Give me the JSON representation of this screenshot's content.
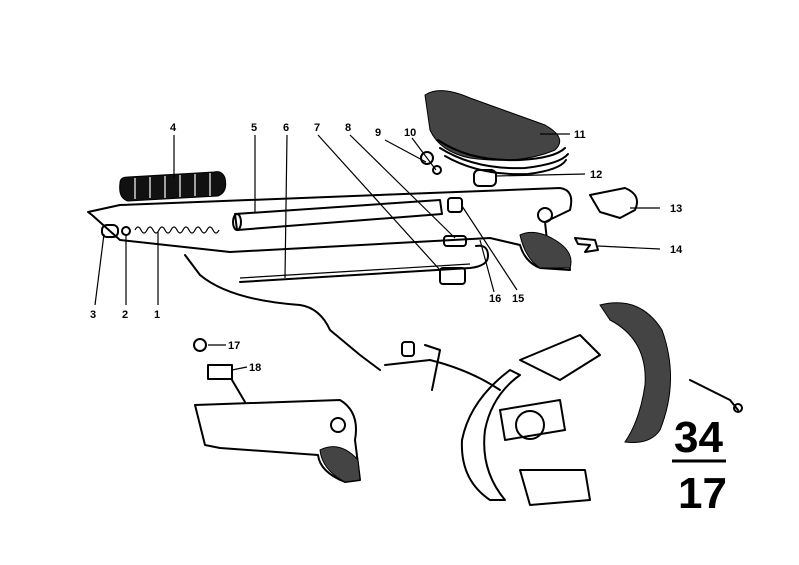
{
  "callouts": [
    "1",
    "2",
    "3",
    "4",
    "5",
    "6",
    "7",
    "8",
    "9",
    "10",
    "11",
    "12",
    "13",
    "14",
    "15",
    "16",
    "17",
    "18"
  ],
  "page_code": {
    "group": "34",
    "sub": "17"
  }
}
